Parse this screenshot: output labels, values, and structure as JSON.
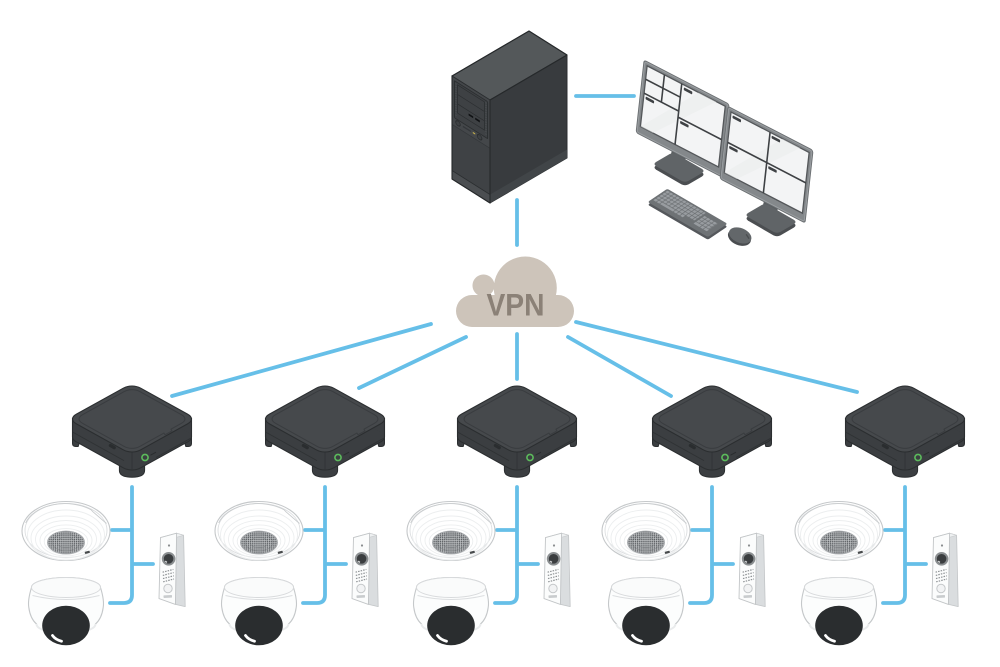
{
  "diagram": {
    "type": "network-topology",
    "description": "Video surveillance system: a recording server and dual-monitor viewing workstation connect through a VPN cloud to five remote sites, each with a network recorder serving a ceiling speaker, a door station and a dome camera.",
    "cloud": {
      "label": "VPN"
    },
    "colors": {
      "background": "#FFFFFF",
      "connection_line": "#66BFE8",
      "cloud_fill": "#CDC4BA",
      "cloud_label_color": "#8B8177",
      "device_dark": "#45484B",
      "device_light": "#FBFCFD",
      "led_green": "#5CBB5C",
      "monitor_frame": "#84888B",
      "screen_fill": "#F3F4F5"
    },
    "server": {
      "name": "recording-server"
    },
    "workstation": {
      "name": "viewing-workstation",
      "monitor_count": 2,
      "monitors": [
        {
          "id": "monitor-1",
          "layout": "6-pane split view"
        },
        {
          "id": "monitor-2",
          "layout": "4-pane split view"
        }
      ],
      "peripherals": [
        "keyboard",
        "mouse"
      ]
    },
    "sites": [
      {
        "id": "site-1",
        "recorder": "network-recorder",
        "devices": [
          "ceiling-speaker",
          "door-station",
          "dome-camera"
        ]
      },
      {
        "id": "site-2",
        "recorder": "network-recorder",
        "devices": [
          "ceiling-speaker",
          "door-station",
          "dome-camera"
        ]
      },
      {
        "id": "site-3",
        "recorder": "network-recorder",
        "devices": [
          "ceiling-speaker",
          "door-station",
          "dome-camera"
        ]
      },
      {
        "id": "site-4",
        "recorder": "network-recorder",
        "devices": [
          "ceiling-speaker",
          "door-station",
          "dome-camera"
        ]
      },
      {
        "id": "site-5",
        "recorder": "network-recorder",
        "devices": [
          "ceiling-speaker",
          "door-station",
          "dome-camera"
        ]
      }
    ],
    "connections": [
      "recording-server - viewing-workstation",
      "recording-server - vpn-cloud",
      "vpn-cloud - site-1-recorder",
      "vpn-cloud - site-2-recorder",
      "vpn-cloud - site-3-recorder",
      "vpn-cloud - site-4-recorder",
      "vpn-cloud - site-5-recorder",
      "recorder - ceiling-speaker",
      "recorder - door-station",
      "recorder - dome-camera"
    ]
  }
}
